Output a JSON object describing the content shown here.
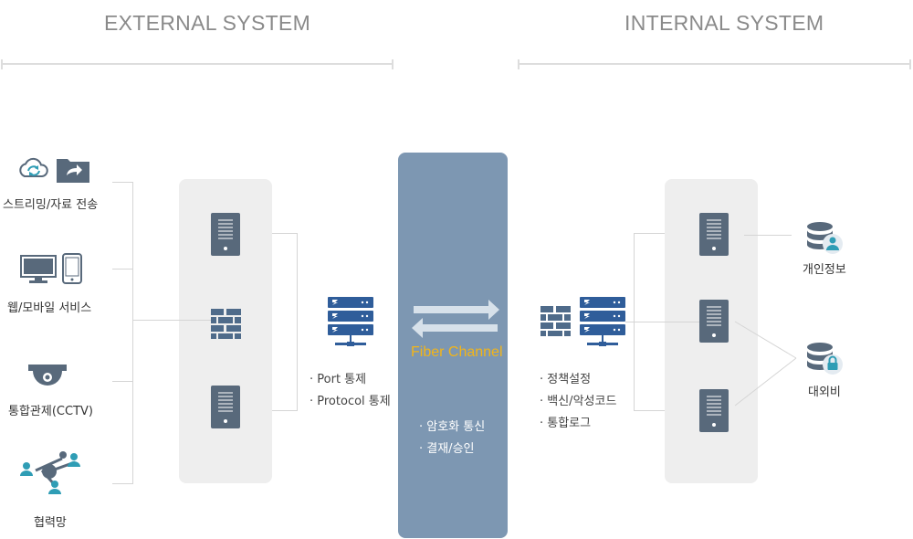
{
  "headers": {
    "external": "EXTERNAL SYSTEM",
    "internal": "INTERNAL SYSTEM"
  },
  "external_sources": [
    {
      "label": "스트리밍/자료 전송",
      "icon": "cloud-sync-folder-icon"
    },
    {
      "label": "웹/모바일 서비스",
      "icon": "monitor-mobile-icon"
    },
    {
      "label": "통합관제(CCTV)",
      "icon": "cctv-camera-icon"
    },
    {
      "label": "협력망",
      "icon": "network-share-icon"
    }
  ],
  "external_gateway": {
    "bullets": [
      "· Port 통제",
      "· Protocol 통제"
    ]
  },
  "fiber_channel": {
    "label": "Fiber Channel",
    "bullets": [
      "· 암호화 통신",
      "· 결재/승인"
    ]
  },
  "internal_gateway": {
    "bullets": [
      "· 정책설정",
      "· 백신/악성코드",
      "· 통합로그"
    ]
  },
  "internal_targets": [
    {
      "label": "개인정보",
      "icon": "database-user-icon"
    },
    {
      "label": "대외비",
      "icon": "database-lock-icon"
    }
  ],
  "colors": {
    "server": "#58697b",
    "firewall": "#4f6b8a",
    "network_server": "#2f5d9a",
    "teal": "#2f9db5",
    "fiber_panel": "#7d97b2",
    "fiber_label": "#f2b519",
    "panel_bg": "#eeeeee",
    "connector": "#d5d5d5"
  }
}
